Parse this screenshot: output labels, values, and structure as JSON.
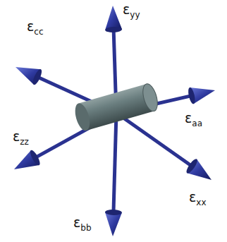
{
  "diagram": {
    "labels": [
      "εyy",
      "εcc",
      "εaa",
      "εzz",
      "εxx",
      "εbb"
    ]
  }
}
